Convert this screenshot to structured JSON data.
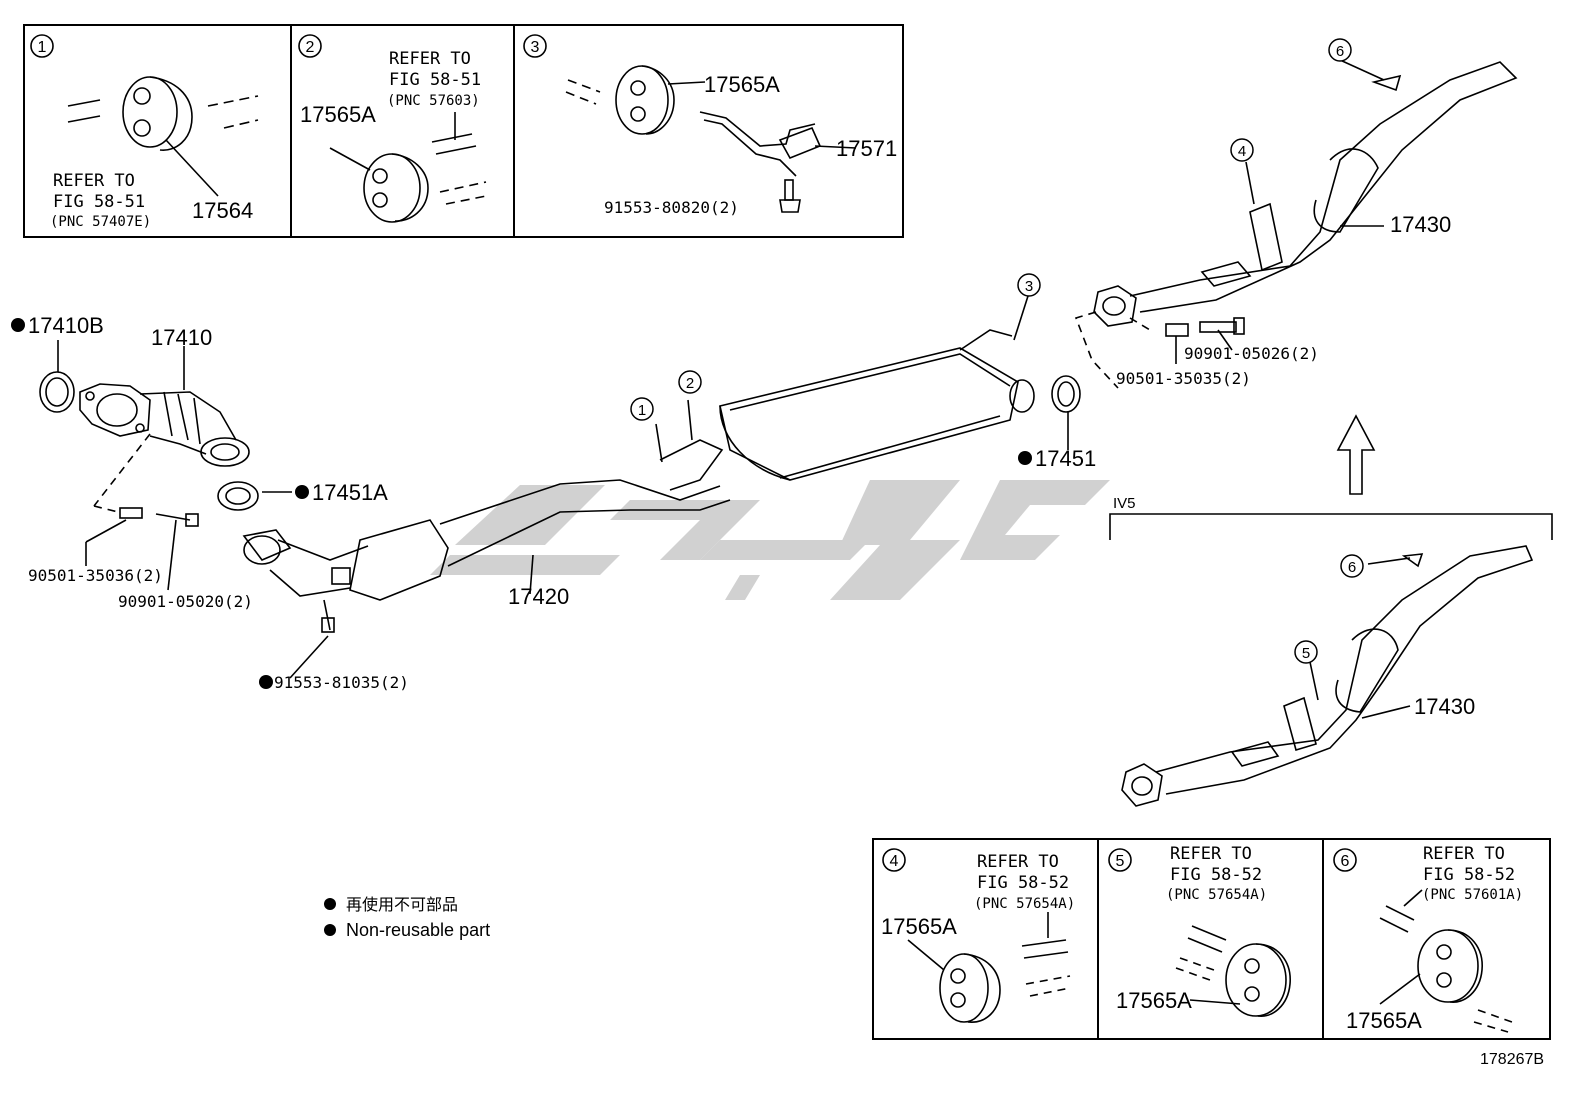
{
  "diagram": {
    "figure_code": "178267B",
    "variant_label": "IV5",
    "legend": {
      "line_cn": "再使用不可部品",
      "line_en": "Non-reusable part"
    },
    "top_boxes": [
      {
        "num": "1",
        "part": "17564",
        "refer_line1": "REFER TO",
        "refer_line2": "FIG 58-51",
        "refer_pnc": "(PNC 57407E)"
      },
      {
        "num": "2",
        "part": "17565A",
        "refer_line1": "REFER TO",
        "refer_line2": "FIG 58-51",
        "refer_pnc": "(PNC 57603)"
      },
      {
        "num": "3",
        "part_a": "17565A",
        "part_b": "17571",
        "bolt": "91553-80820(2)"
      }
    ],
    "bottom_boxes": [
      {
        "num": "4",
        "part": "17565A",
        "refer_line1": "REFER TO",
        "refer_line2": "FIG 58-52",
        "refer_pnc": "(PNC 57654A)"
      },
      {
        "num": "5",
        "part": "17565A",
        "refer_line1": "REFER TO",
        "refer_line2": "FIG 58-52",
        "refer_pnc": "(PNC 57654A)"
      },
      {
        "num": "6",
        "part": "17565A",
        "refer_line1": "REFER TO",
        "refer_line2": "FIG 58-52",
        "refer_pnc": "(PNC 57601A)"
      }
    ],
    "parts": {
      "p17410B": "17410B",
      "p17410": "17410",
      "p17451A": "17451A",
      "p17420": "17420",
      "p17451": "17451",
      "p17430_top": "17430",
      "p17430_bottom": "17430",
      "s90501_35036": "90501-35036(2)",
      "s90901_05020": "90901-05020(2)",
      "s91553_81035": "91553-81035(2)",
      "s90901_05026": "90901-05026(2)",
      "s90501_35035": "90501-35035(2)"
    },
    "callouts": {
      "c1": "1",
      "c2": "2",
      "c3": "3",
      "c4": "4",
      "c5": "5",
      "c6_top": "6",
      "c6_bottom": "6"
    }
  }
}
